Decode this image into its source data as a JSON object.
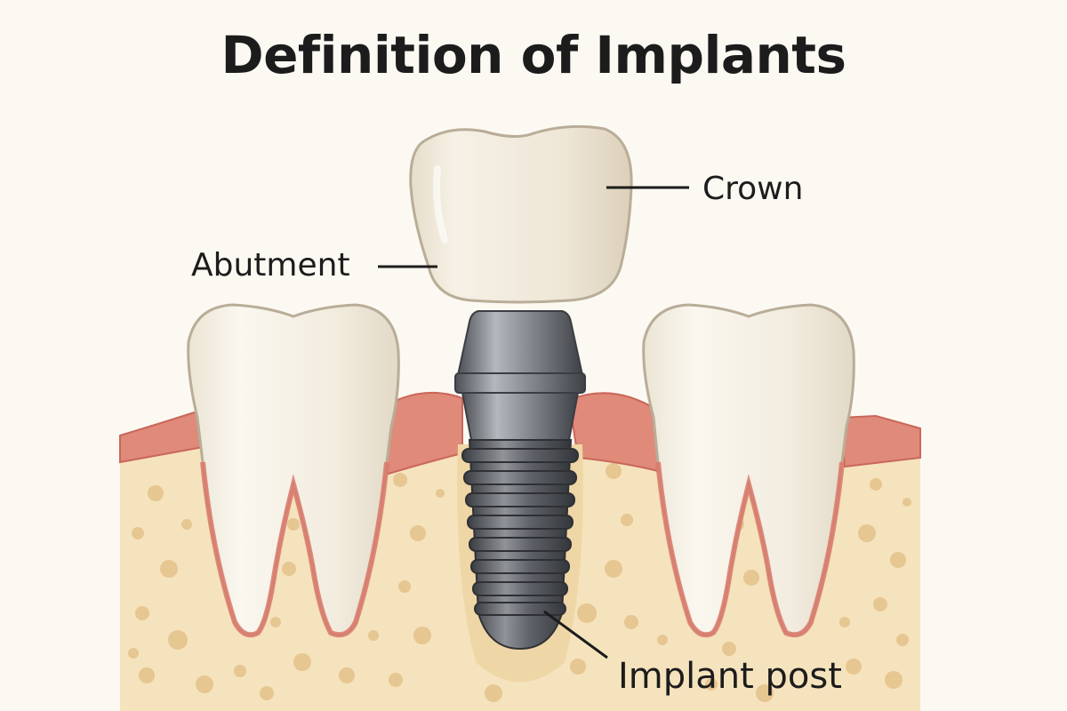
{
  "title": "Definition of Implants",
  "labels": {
    "crown": "Crown",
    "abutment": "Abutment",
    "implant_post": "Implant post"
  },
  "colors": {
    "background": "#fcf9f2",
    "tooth": "#f3eee2",
    "tooth_outline": "#b9ad98",
    "gum": "#e08a7a",
    "gum_dark": "#c9675a",
    "bone": "#f5e3bd",
    "bone_spot": "#e3bf87",
    "metal_light": "#a9adb2",
    "metal_dark": "#4a4e54",
    "text": "#1c1c1c"
  }
}
